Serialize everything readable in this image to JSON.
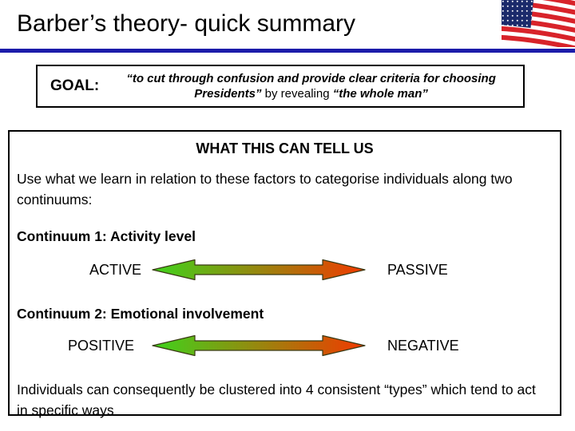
{
  "title": "Barber’s theory- quick summary",
  "accent": {
    "rule_color": "#1c1caa"
  },
  "goal": {
    "label": "GOAL:",
    "quote_main": "“to cut through confusion and provide clear criteria for choosing Presidents”",
    "connector": " by revealing ",
    "quote_tail": "“the whole man”"
  },
  "panel": {
    "heading": "WHAT THIS CAN TELL US",
    "intro": "Use what we learn in relation to these factors to categorise individuals along two continuums:",
    "continuums": [
      {
        "label": "Continuum 1: Activity level",
        "left": "ACTIVE",
        "right": "PASSIVE"
      },
      {
        "label": "Continuum 2: Emotional involvement",
        "left": "POSITIVE",
        "right": "NEGATIVE"
      }
    ],
    "footer": "Individuals can consequently be clustered into 4 consistent “types” which tend to act in specific ways"
  },
  "arrow": {
    "start_color": "#3ed41c",
    "end_color": "#f23900",
    "outline_color": "#3a3a14"
  },
  "flag_icon": "us-flag"
}
